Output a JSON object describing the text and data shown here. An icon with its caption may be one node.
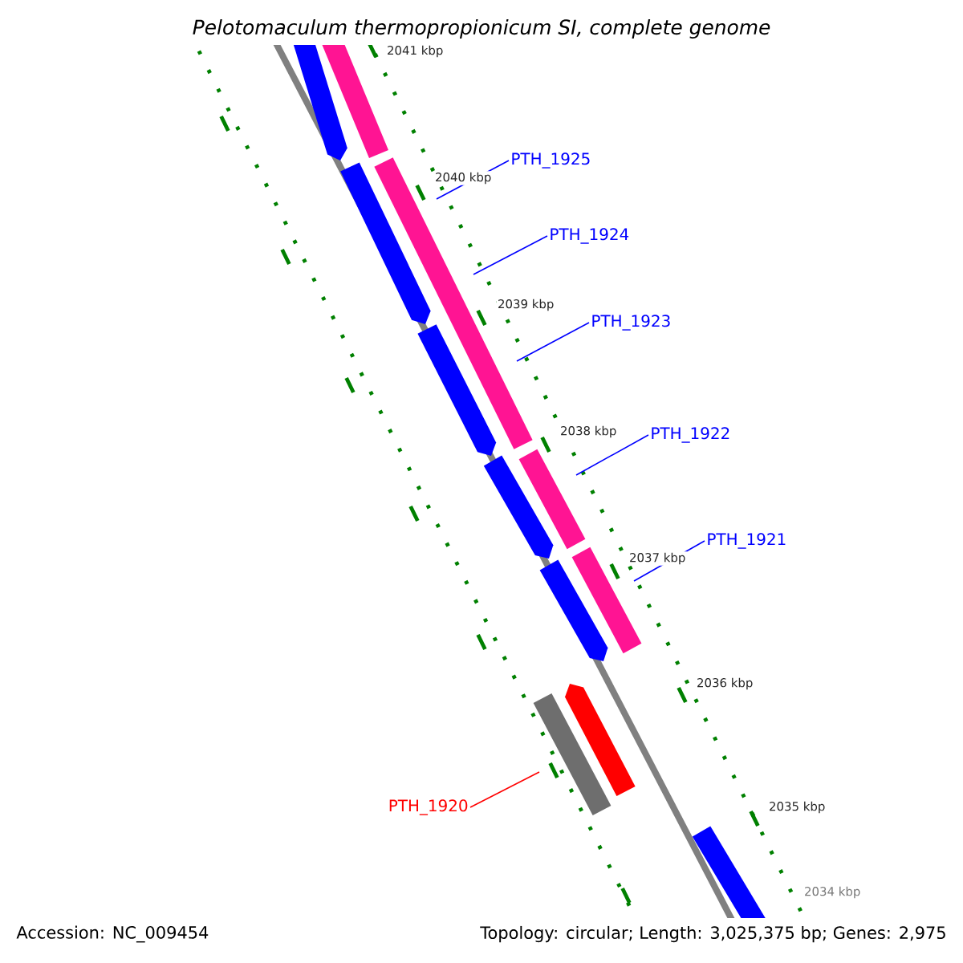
{
  "diagram": {
    "title": "Pelotomaculum thermopropionicum SI, complete genome",
    "nodes": [
      {
        "text": [
          "PTH_1925"
        ]
      },
      {
        "text": [
          "PTH_1924"
        ]
      },
      {
        "text": [
          "PTH_1923"
        ]
      },
      {
        "text": [
          "PTH_1922"
        ]
      },
      {
        "text": [
          "PTH_1921"
        ]
      },
      {
        "text": [
          "PTH_1920"
        ]
      }
    ],
    "edges": [
      {
        "from": 0,
        "to": null,
        "arrow": "none"
      },
      {
        "from": 1,
        "to": null,
        "arrow": "none"
      },
      {
        "from": 2,
        "to": null,
        "arrow": "none"
      },
      {
        "from": 3,
        "to": null,
        "arrow": "none"
      },
      {
        "from": 4,
        "to": null,
        "arrow": "none"
      },
      {
        "from": 5,
        "to": null,
        "arrow": "none",
        "color": "#ff0000"
      }
    ],
    "labels": [
      "2041 kbp",
      "2040 kbp",
      "2039 kbp",
      "2038 kbp",
      "2037 kbp",
      "2036 kbp",
      "2035 kbp",
      "2034 kbp",
      "Accession: NC_009454",
      "Topology: circular; Length: 3,025,375 bp; Genes: 2,975"
    ]
  }
}
